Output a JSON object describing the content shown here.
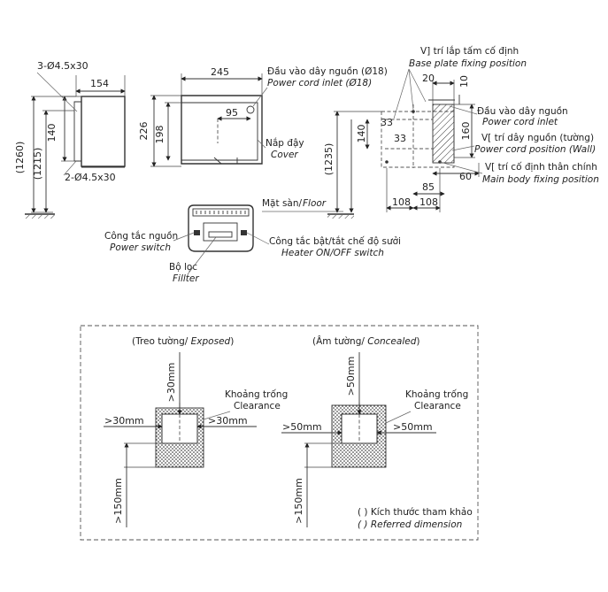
{
  "front_view": {
    "hole_top": "3-Ø4.5x30",
    "hole_bottom": "2-Ø4.5x30",
    "width": "154",
    "hole_pitch": "140",
    "height_total": "(1260)",
    "height_mount": "(1215)"
  },
  "side_view": {
    "width": "245",
    "body_height": "226",
    "cover_height": "198",
    "inlet_offset": "95",
    "cord_inlet_vi": "Đầu vào dây nguồn (Ø18)",
    "cord_inlet_en": "Power cord inlet (Ø18)",
    "cover_vi": "Nắp đậy",
    "cover_en": "Cover",
    "floor_vi": "Mặt sàn/",
    "floor_en": "Floor"
  },
  "rear_view": {
    "base_plate_vi": "V] trí lắp tấm cố định",
    "base_plate_en": "Base plate fixing position",
    "dim_20": "20",
    "dim_10": "10",
    "cord_inlet_vi": "Đầu vào dây nguồn",
    "cord_inlet_en": "Power cord inlet",
    "cord_wall_vi": "V[ trí dây nguồn (tường)",
    "cord_wall_en": "Power cord position (Wall)",
    "body_fix_vi": "V[ trí cố định thân chính",
    "body_fix_en": "Main body fixing position",
    "dim_33a": "33",
    "dim_33b": "33",
    "dim_140": "140",
    "dim_160": "160",
    "dim_60": "60",
    "dim_85": "85",
    "dim_108a": "108",
    "dim_108b": "108",
    "dim_1235": "(1235)"
  },
  "bottom_view": {
    "power_switch_vi": "Công tắc nguồn",
    "power_switch_en": "Power switch",
    "heater_switch_vi": "Công tắc bật/tắt chế độ sưởi",
    "heater_switch_en": "Heater ON/OFF switch",
    "filter_vi": "Bộ lọc",
    "filter_en": "Fillter"
  },
  "clearance": {
    "exposed_title_pre": "(Treo tường/",
    "exposed_title_it": "Exposed",
    "exposed_title_post": ")",
    "concealed_title_pre": "(Âm tường/",
    "concealed_title_it": "Concealed",
    "concealed_title_post": ")",
    "exposed_top": ">30mm",
    "exposed_left": ">30mm",
    "exposed_right": ">30mm",
    "exposed_bottom": ">150mm",
    "concealed_top": ">50mm",
    "concealed_left": ">50mm",
    "concealed_right": ">50mm",
    "concealed_bottom": ">150mm",
    "label_vi": "Khoảng trống",
    "label_en": "Clearance",
    "note_vi": "( ) Kích thước tham khảo",
    "note_en": "( ) Referred dimension"
  }
}
